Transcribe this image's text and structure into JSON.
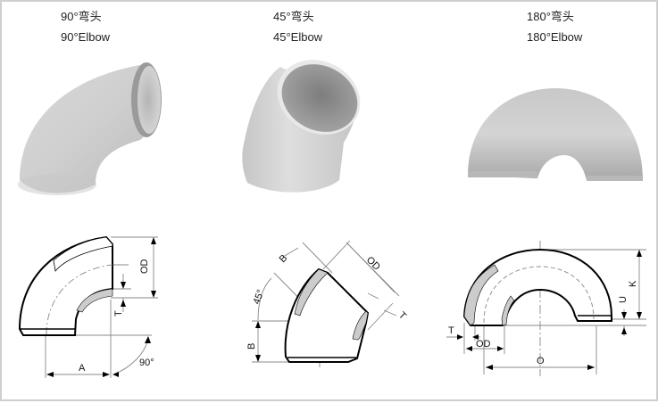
{
  "columns": [
    {
      "id": "90",
      "caption_cn": "90°弯头",
      "caption_en": "90°Elbow",
      "photo": "photo-90-elbow",
      "drawing_labels": {
        "od": "OD",
        "t": "T",
        "a": "A",
        "angle": "90°"
      }
    },
    {
      "id": "45",
      "caption_cn": "45°弯头",
      "caption_en": "45°Elbow",
      "photo": "photo-45-elbow",
      "drawing_labels": {
        "b_top": "B",
        "od": "OD",
        "t": "T",
        "angle": "45°",
        "b_left": "B"
      }
    },
    {
      "id": "180",
      "caption_cn": "180°弯头",
      "caption_en": "180°Elbow",
      "photo": "photo-180-return-bend",
      "drawing_labels": {
        "t": "T",
        "od": "OD",
        "o": "O",
        "u": "U",
        "k": "K"
      }
    }
  ],
  "colors": {
    "border": "#cfcfcf",
    "metal_light": "#e6e6e6",
    "metal_mid": "#bdbdbd",
    "metal_dark": "#8a8a8a",
    "dimension_line": "#888888"
  }
}
